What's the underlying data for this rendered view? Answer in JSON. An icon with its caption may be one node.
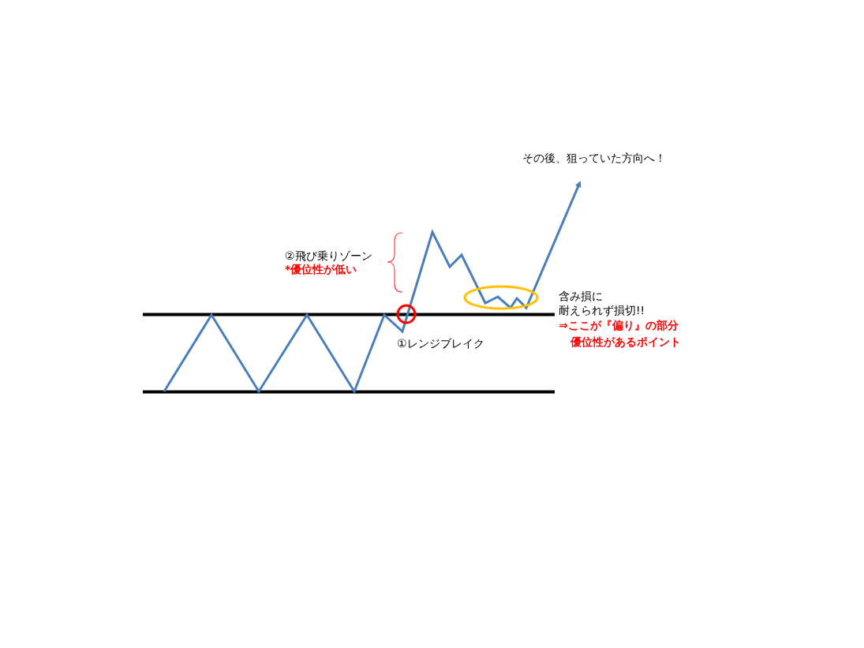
{
  "diagram": {
    "labels": [
      "その後、狙っていた方向へ！",
      "②飛び乗りゾーン",
      "*優位性が低い",
      "含み損に",
      "耐えられず損切!!",
      "⇒ここが『偏り』の部分",
      "①レンジブレイク",
      "優位性があるポイント"
    ]
  }
}
